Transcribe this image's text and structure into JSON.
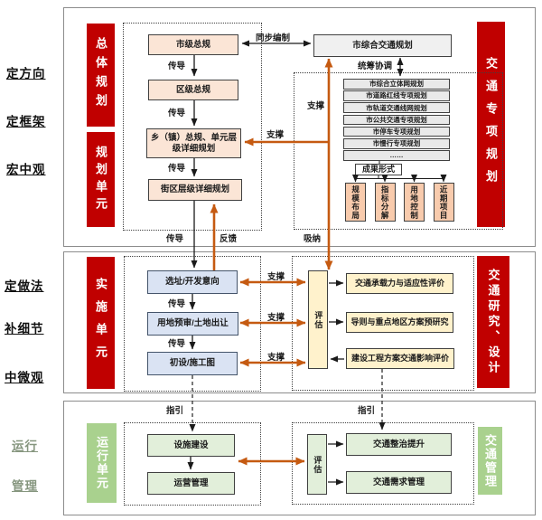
{
  "left_labels": {
    "direction": "定方向",
    "framework": "定框架",
    "macro": "宏中观",
    "method": "定做法",
    "detail": "补细节",
    "micro": "中微观",
    "operation": "运行",
    "management": "管理"
  },
  "labels": {
    "transfer": "传导",
    "feedback": "反馈",
    "absorb": "吸纳",
    "support": "支撑",
    "guide": "指引",
    "sync": "同步编制",
    "coordinate": "统筹协调",
    "outcome": "成果形式",
    "evaluate": "评估"
  },
  "section1": {
    "bar_overall": "总体规划",
    "bar_unit": "规划单元",
    "bar_right": "交通专项规划",
    "flow": [
      "市级总规",
      "区级总规",
      "乡（镇）总规、单元层级详细规划",
      "街区层级详细规划"
    ],
    "comprehensive_plan": "市综合交通规划",
    "special_plans": [
      "市综合立体网规划",
      "市道路红线专项规划",
      "市轨道交通线网规划",
      "市公共交通专项规划",
      "市停车专项规划",
      "市慢行专项规划",
      "……"
    ],
    "outcomes": [
      "规模布局",
      "指标分解",
      "用地控制",
      "近期项目"
    ]
  },
  "section2": {
    "bar_left": "实施单元",
    "bar_right": "交通研究、设计",
    "flow": [
      "选址/开发意向",
      "用地预审/土地出让",
      "初设/施工图"
    ],
    "studies": [
      "交通承载力与适应性评价",
      "导则与重点地区方案预研究",
      "建设工程方案交通影响评价"
    ]
  },
  "section3": {
    "bar_left": "运行单元",
    "bar_right": "交通管理",
    "flow": [
      "设施建设",
      "运营管理"
    ],
    "items": [
      "交通整治提升",
      "交通需求管理"
    ]
  },
  "colors": {
    "red_bar": "#c00000",
    "green_bar": "#a9d18e",
    "peach_box": "#fbe5d6",
    "orange_box": "#f8cbad",
    "gray_box": "#f0f0f0",
    "blue_box": "#dae3f3",
    "cream_box": "#fff2cc",
    "green_box": "#e2efda",
    "orange_arrow": "#c55a11"
  }
}
